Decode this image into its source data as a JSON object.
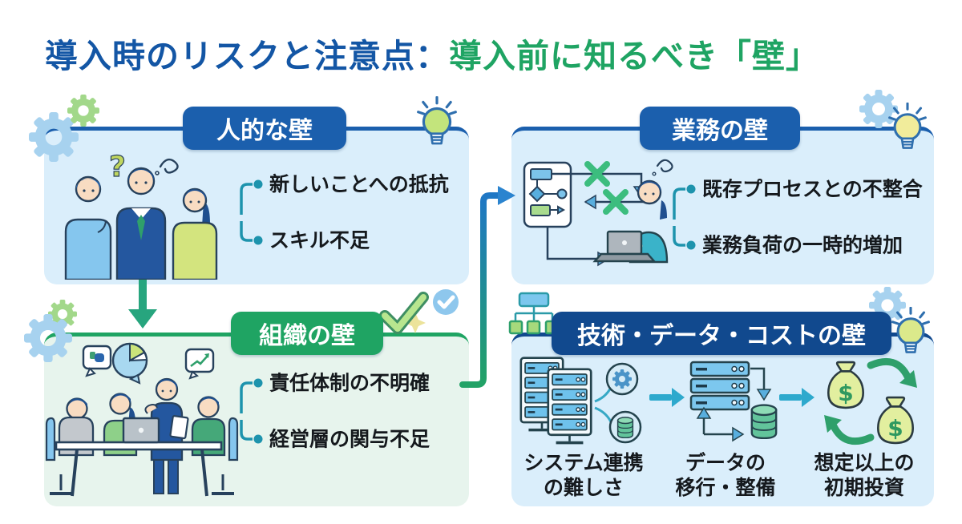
{
  "title": {
    "risk_part": "導入時のリスクと注意点：",
    "wall_part": "導入前に知るべき「壁」"
  },
  "sections": {
    "human": {
      "label": "人的な壁",
      "items": [
        "新しいことへの抵抗",
        "スキル不足"
      ]
    },
    "operations": {
      "label": "業務の壁",
      "items": [
        "既存プロセスとの不整合",
        "業務負荷の一時的増加"
      ]
    },
    "organization": {
      "label": "組織の壁",
      "items": [
        "責任体制の不明確",
        "経営層の関与不足"
      ]
    },
    "tech_data_cost": {
      "label": "技術・データ・コストの壁",
      "steps": [
        {
          "line1": "システム連携",
          "line2": "の難しさ"
        },
        {
          "line1": "データの",
          "line2": "移行・整備"
        },
        {
          "line1": "想定以上の",
          "line2": "初期投資"
        }
      ]
    }
  },
  "glyphs": {
    "question_mark": "?",
    "dollar": "$"
  },
  "colors": {
    "title_blue": "#1356a5",
    "title_green": "#1fa463",
    "header_blue": "#1b5fad",
    "header_navy": "#11498e",
    "header_green": "#1fa463",
    "card_blue_bg": "#daeefb",
    "card_green_bg": "#e7f4ed",
    "bullet_teal": "#1d93ad",
    "connector_green": "#22a266",
    "connector_blue": "#1f77c5",
    "step_arrow_teal": "#2da9cd",
    "text_dark": "#15191d"
  },
  "icons": [
    "gear-icon",
    "lightbulb-icon",
    "checkmark-icon",
    "check-circle-icon",
    "sparkle-icon",
    "org-chart-icon",
    "server-icon",
    "database-icon",
    "money-bag-icon",
    "down-arrow-icon",
    "section-connector-arrow",
    "right-arrow-icon"
  ]
}
